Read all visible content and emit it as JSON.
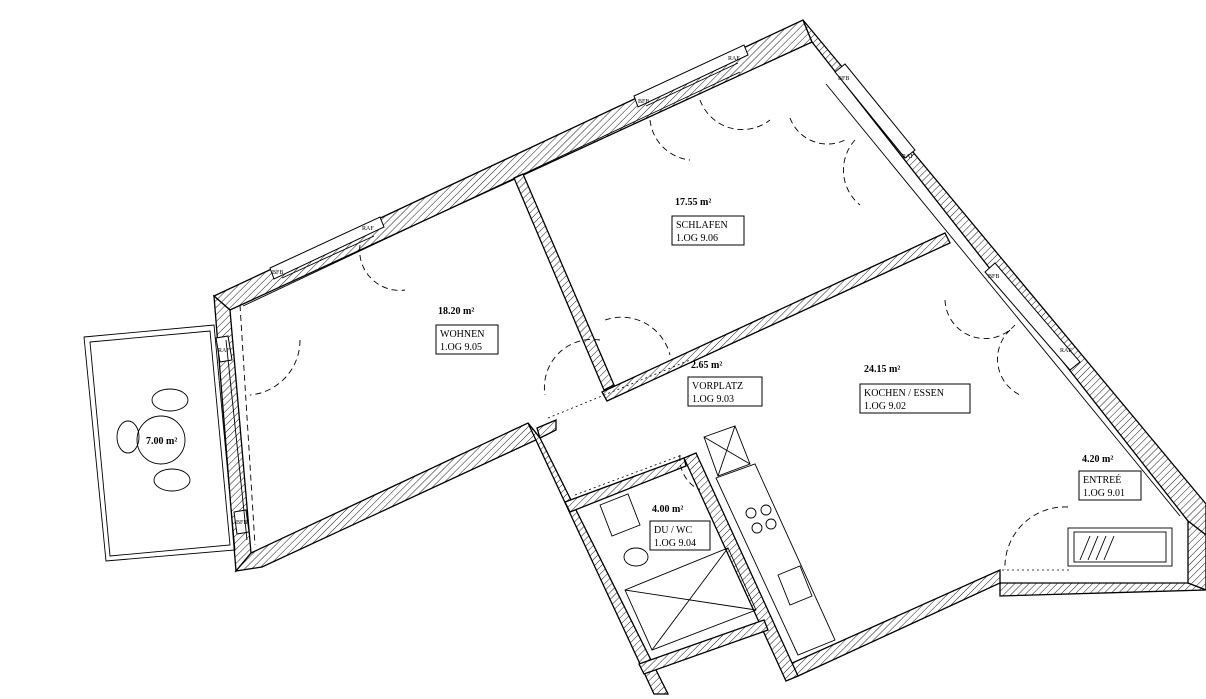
{
  "rooms": {
    "wohnen": {
      "area": "18.20 m²",
      "name": "WOHNEN",
      "code": "1.OG 9.05"
    },
    "schlafen": {
      "area": "17.55 m²",
      "name": "SCHLAFEN",
      "code": "1.OG 9.06"
    },
    "vorplatz": {
      "area": "2.65 m²",
      "name": "VORPLATZ",
      "code": "1.OG 9.03"
    },
    "kochen": {
      "area": "24.15 m²",
      "name": "KOCHEN / ESSEN",
      "code": "1.OG 9.02"
    },
    "duwc": {
      "area": "4.00 m²",
      "name": "DU / WC",
      "code": "1.OG 9.04"
    },
    "entree": {
      "area": "4.20 m²",
      "name": "ENTREÉ",
      "code": "1.OG 9.01"
    }
  },
  "balcony": {
    "area": "7.00 m²"
  },
  "window_tags": {
    "bfb": "BFB",
    "raf": "RAF"
  }
}
